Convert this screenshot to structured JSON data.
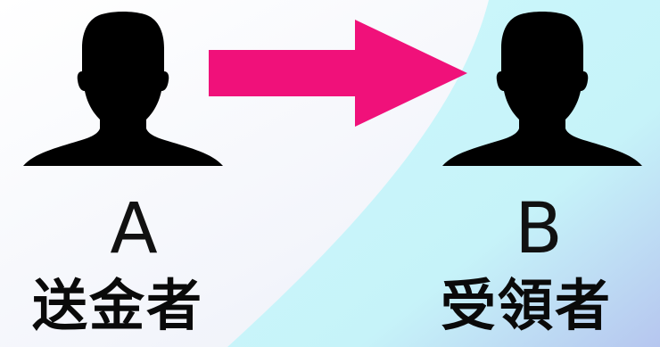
{
  "sender": {
    "letter": "A",
    "role": "送金者",
    "icon": "person-silhouette-icon"
  },
  "receiver": {
    "letter": "B",
    "role": "受領者",
    "icon": "person-silhouette-icon"
  },
  "arrow": {
    "icon": "right-arrow-icon",
    "color": "#f0117a"
  },
  "colors": {
    "background_left": "#f1f4fb",
    "background_right": "#c5f5f9",
    "silhouette": "#000000"
  }
}
